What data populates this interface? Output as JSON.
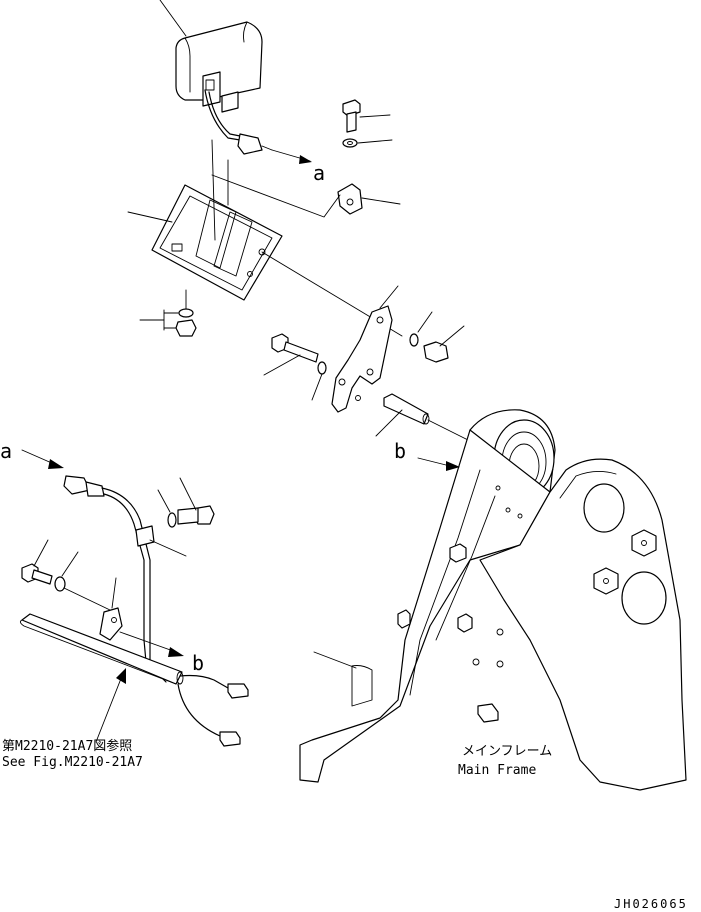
{
  "labels": {
    "callout_a_top": "a",
    "callout_a_left": "a",
    "callout_b_mid": "b",
    "callout_b_lower": "b",
    "ref_jp": "第M2210-21A7図参照",
    "ref_en": "See Fig.M2210-21A7",
    "frame_jp": "メインフレーム",
    "frame_en": "Main Frame",
    "drawing_no": "JH026065"
  }
}
